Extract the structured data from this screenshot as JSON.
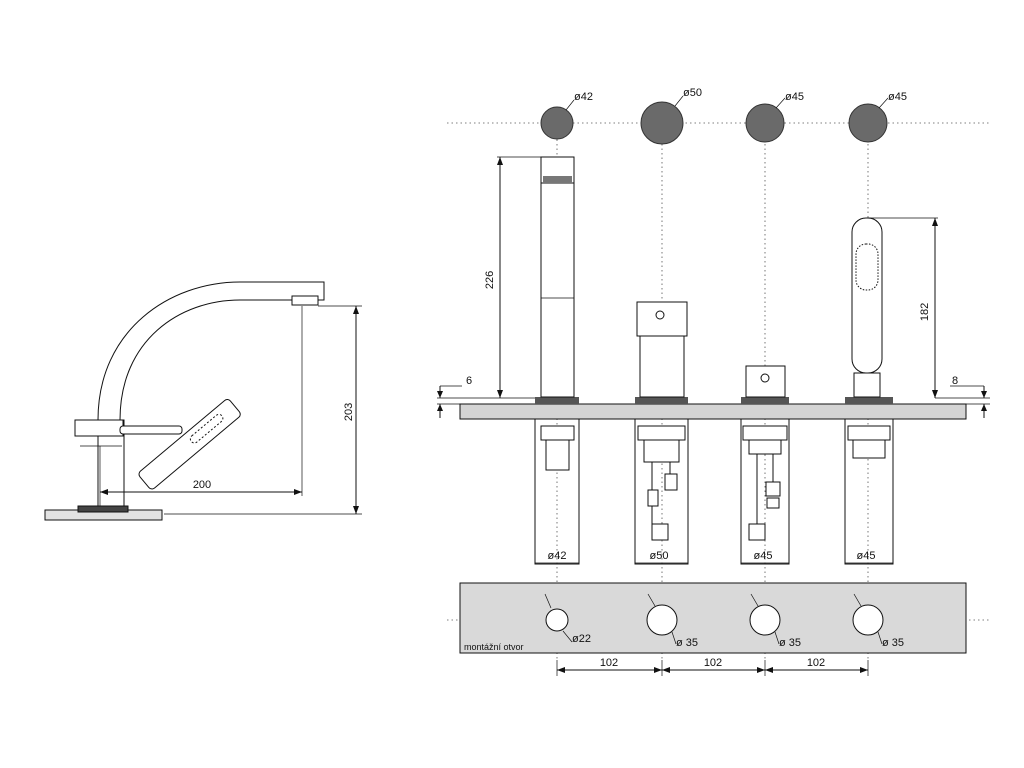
{
  "side_view": {
    "dim_height": "203",
    "dim_reach": "200"
  },
  "front_view": {
    "top_diameters": [
      "ø42",
      "ø50",
      "ø45",
      "ø45"
    ],
    "dim_spout_height": "226",
    "dim_shower_height": "182",
    "dim_left_thickness": "6",
    "dim_right_thickness": "8",
    "body_diameters": [
      "ø42",
      "ø50",
      "ø45",
      "ø45"
    ]
  },
  "mounting_plate": {
    "label": "montážní otvor",
    "hole_diameters": [
      "ø22",
      "ø 35",
      "ø 35",
      "ø 35"
    ],
    "spacings": [
      "102",
      "102",
      "102"
    ]
  }
}
